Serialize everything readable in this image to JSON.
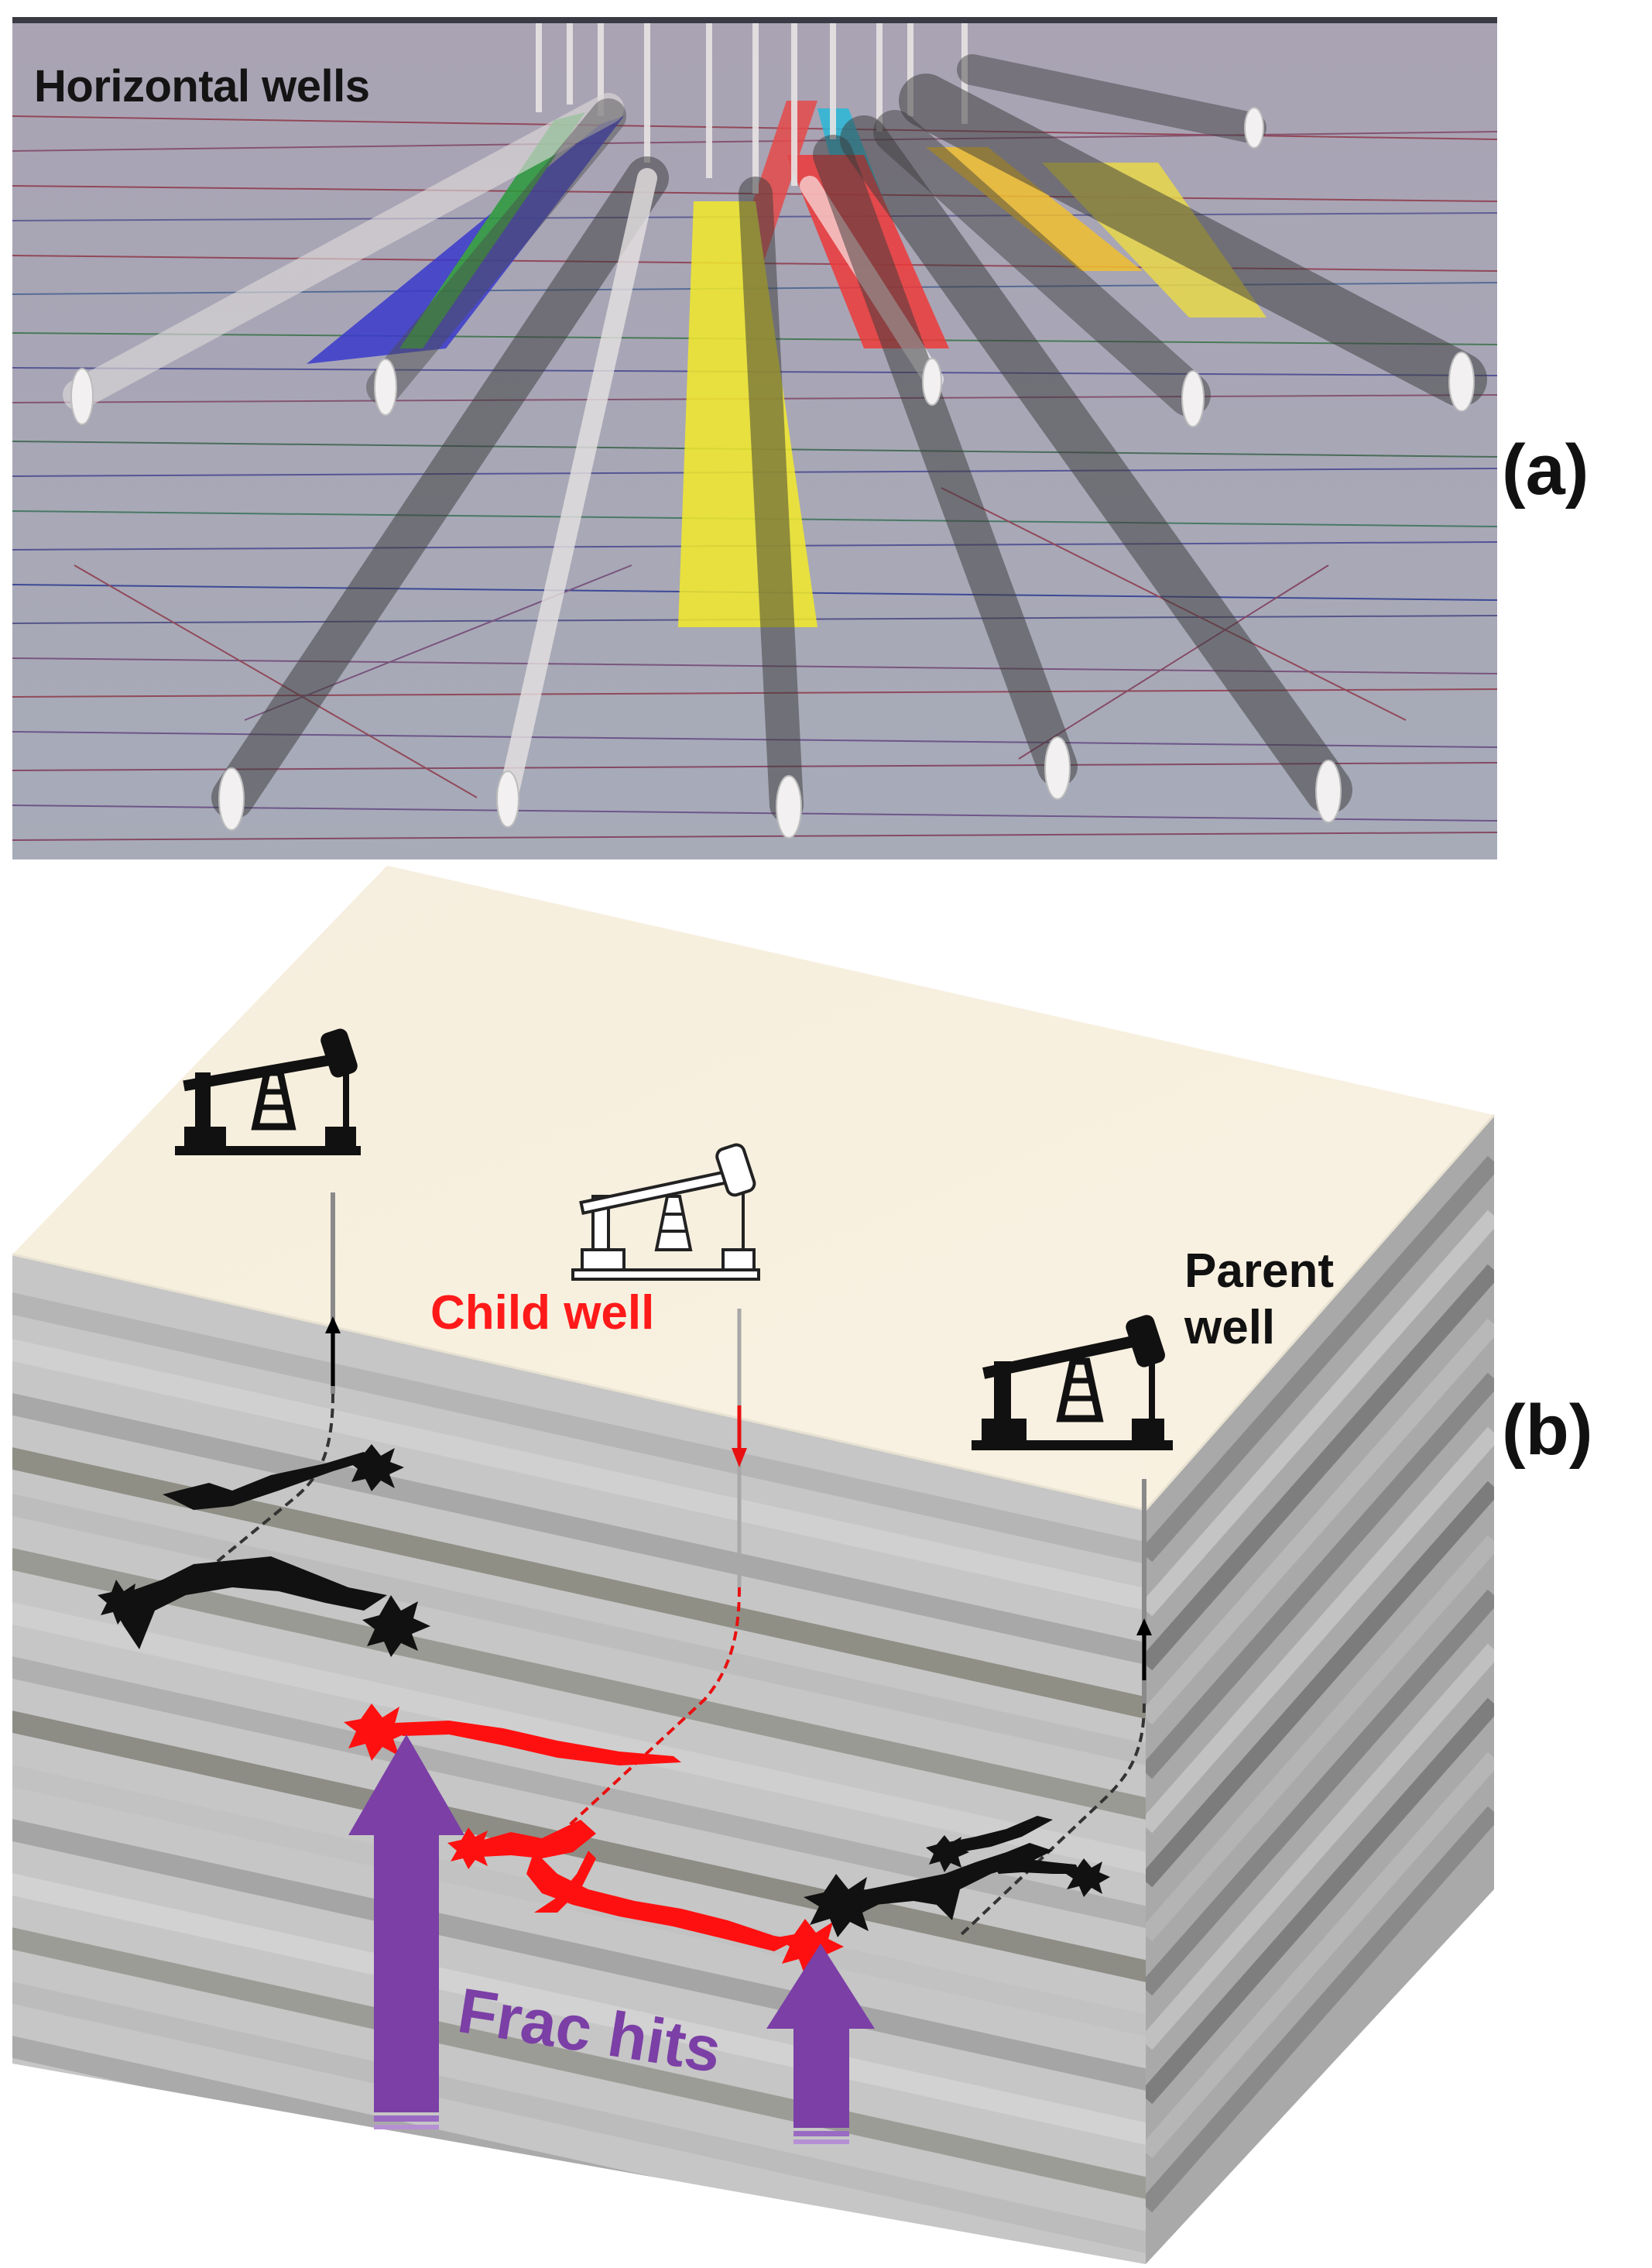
{
  "panel_a": {
    "label": "(a)",
    "title": "Horizontal wells"
  },
  "panel_b": {
    "label": "(b)",
    "child_well_label": "Child well",
    "parent_well_label_line1": "Parent",
    "parent_well_label_line2": "well",
    "frac_hits_label": "Frac hits"
  },
  "colors": {
    "child": "#ff1a1a",
    "parent": "#111111",
    "frac_arrow": "#7b3fa6",
    "surface": "#f7efdf",
    "rock_light": "#c4c4c4",
    "rock_dark": "#8e8e86"
  },
  "icons": [
    "pumpjack-icon",
    "arrow-up-icon",
    "arrow-down-icon",
    "fracture-burst-icon"
  ]
}
